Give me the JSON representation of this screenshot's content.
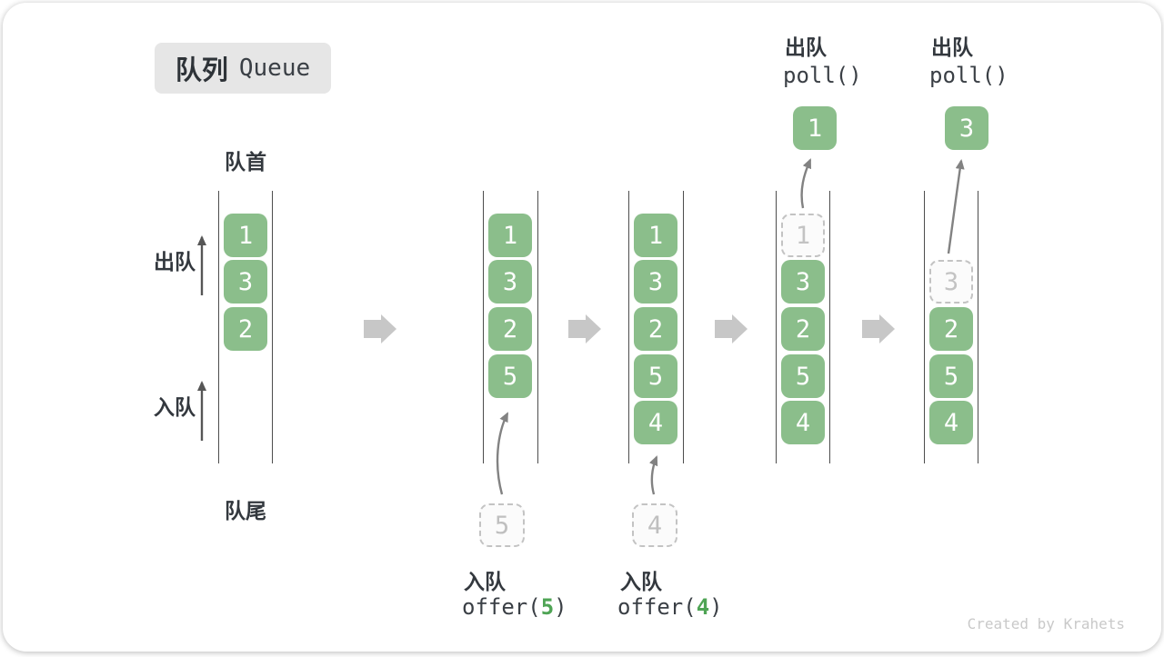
{
  "title": {
    "zh": "队列",
    "en": "Queue"
  },
  "labels": {
    "front": "队首",
    "rear": "队尾",
    "dequeue": "出队",
    "enqueue": "入队"
  },
  "colors": {
    "box_green": "#8BBE8B",
    "code_arg_green": "#4FA455",
    "flow_arrow_gray": "#C7C7C7",
    "badge_bg": "#E6E6E6",
    "text_dark": "#33383E",
    "dashed_gray": "#C3C3C3"
  },
  "states": [
    {
      "boxes": [
        "1",
        "3",
        "2"
      ]
    },
    {
      "boxes": [
        "1",
        "3",
        "2",
        "5"
      ],
      "incoming": "5",
      "op_label": "入队",
      "op_fn": "offer(",
      "op_arg": "5",
      "op_close": ")"
    },
    {
      "boxes": [
        "1",
        "3",
        "2",
        "5",
        "4"
      ],
      "incoming": "4",
      "op_label": "入队",
      "op_fn": "offer(",
      "op_arg": "4",
      "op_close": ")"
    },
    {
      "ghost": "1",
      "boxes": [
        "3",
        "2",
        "5",
        "4"
      ],
      "removed": "1",
      "op_label": "出队",
      "op_fn": "poll()"
    },
    {
      "ghost": "3",
      "boxes": [
        "2",
        "5",
        "4"
      ],
      "removed": "3",
      "op_label": "出队",
      "op_fn": "poll()"
    }
  ],
  "footer": "Created by Krahets"
}
